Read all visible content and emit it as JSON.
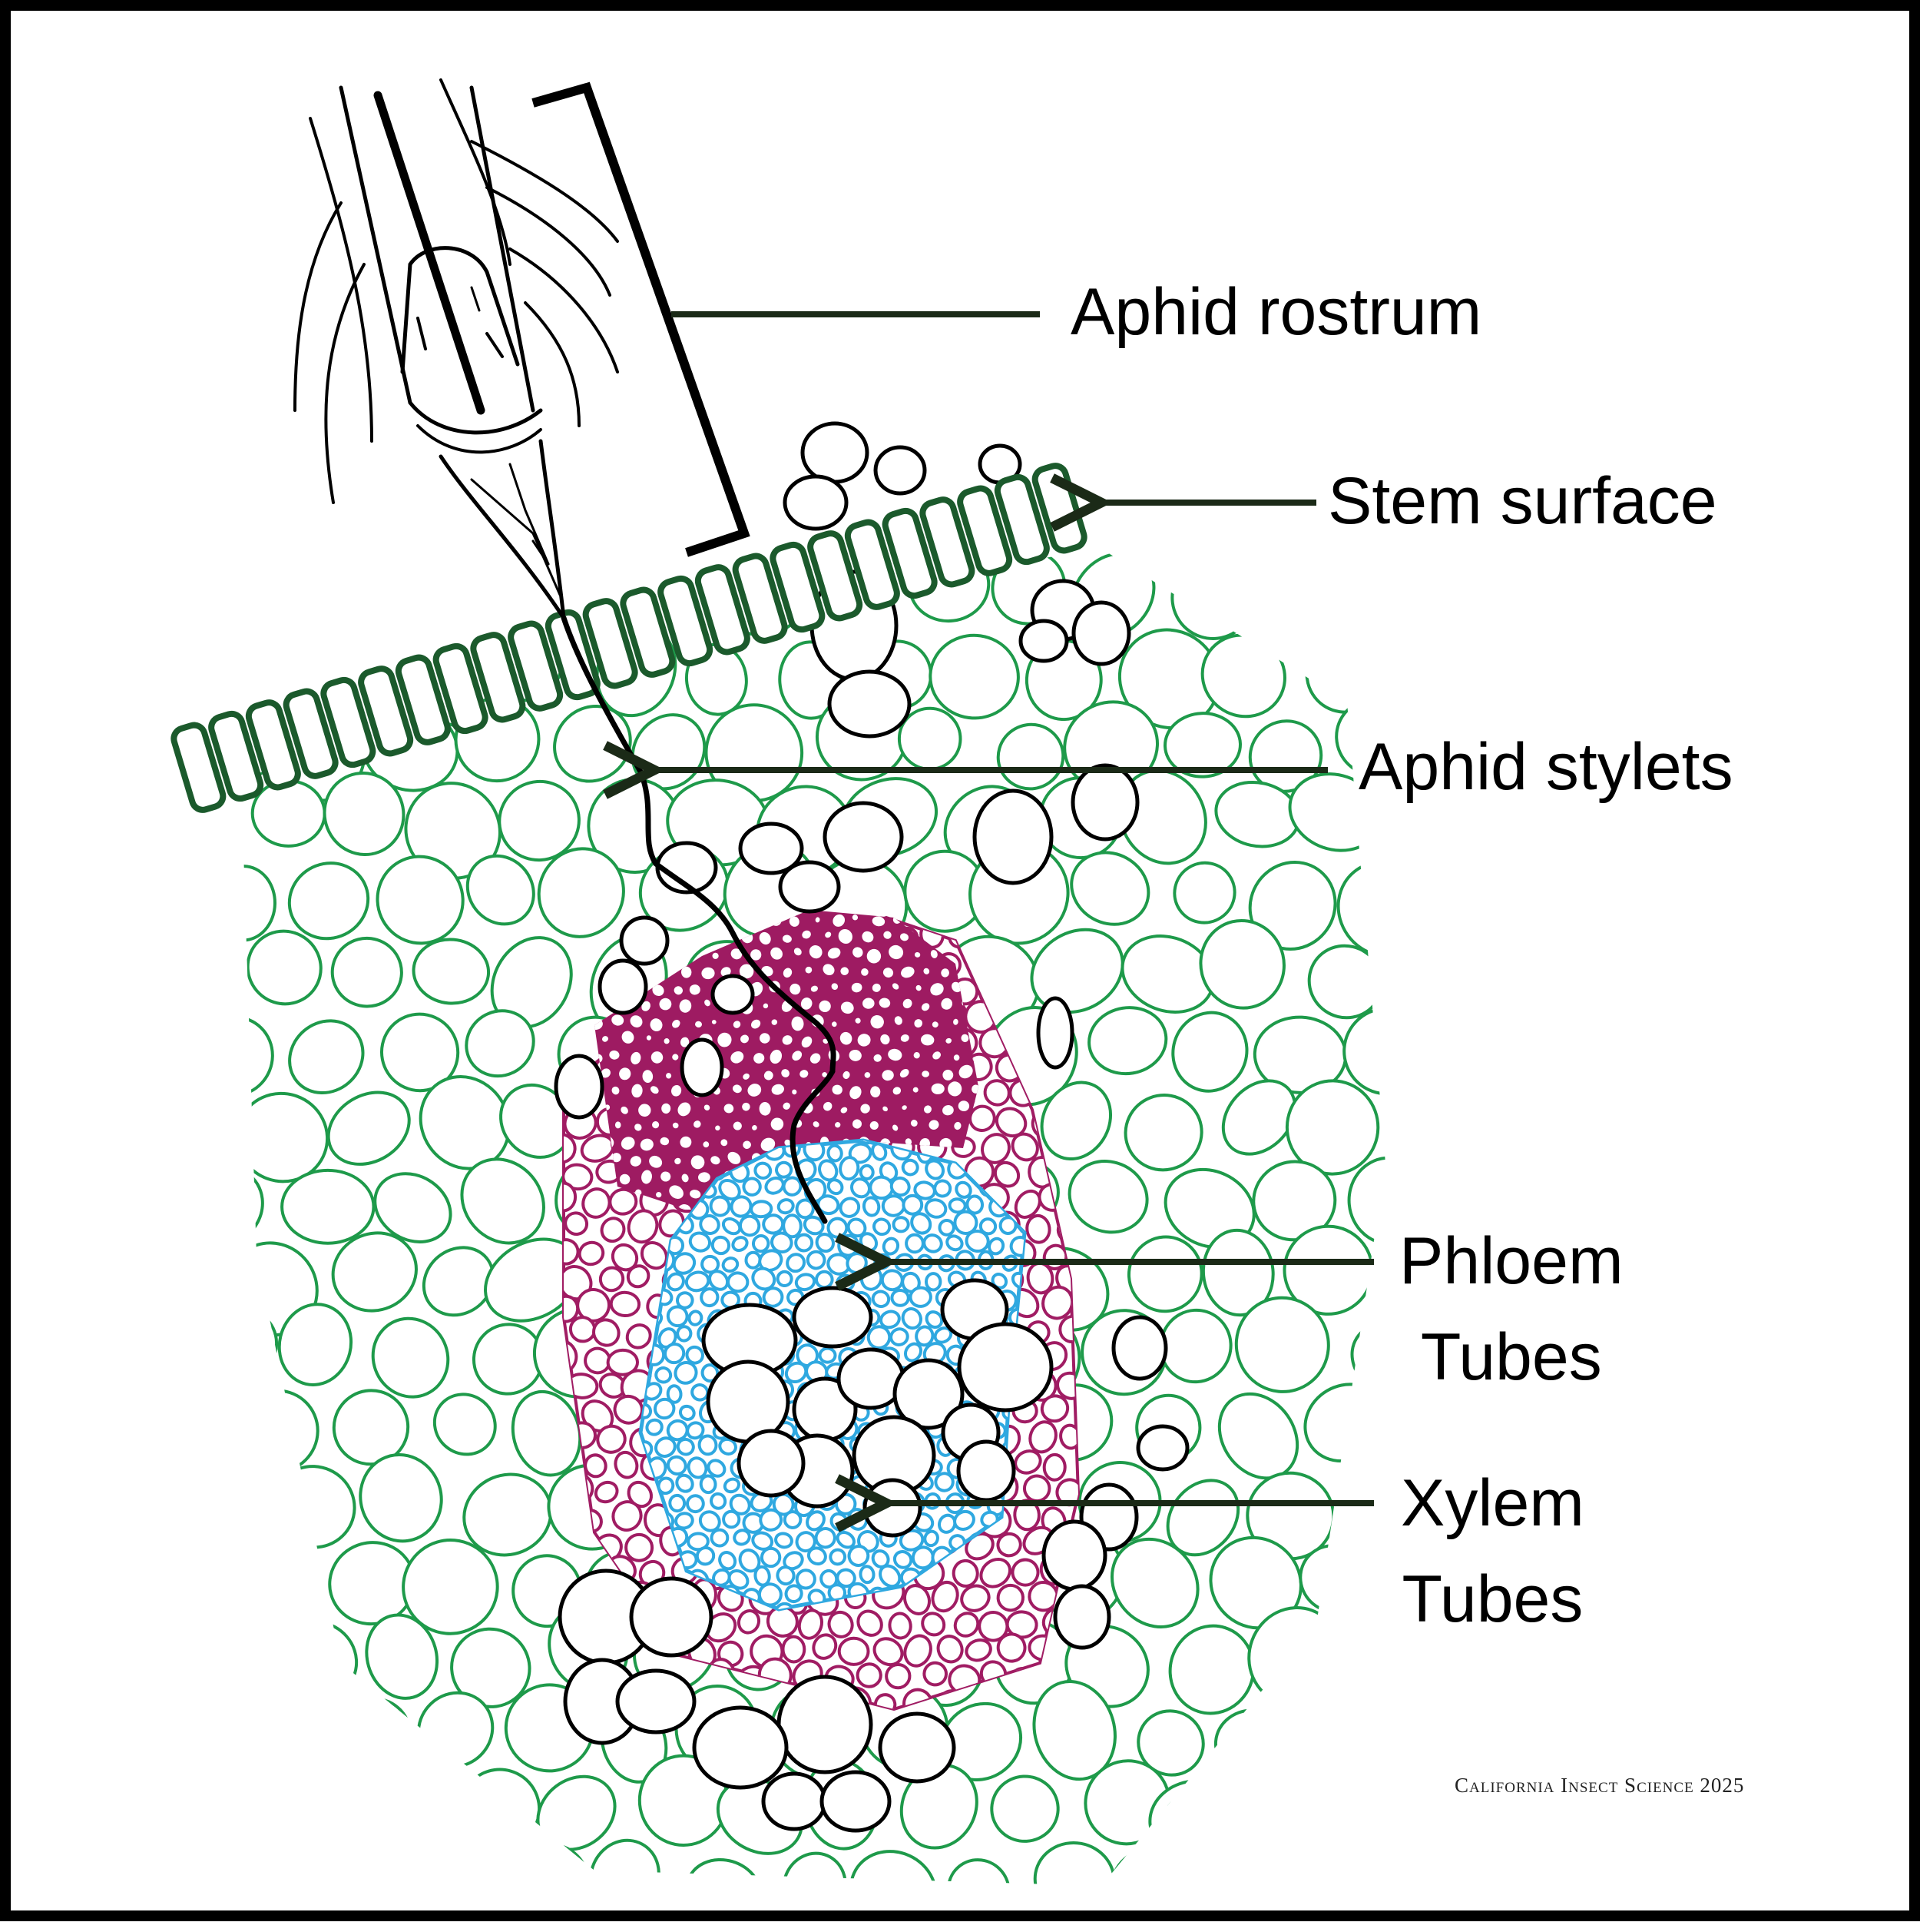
{
  "labels": {
    "rostrum": "Aphid rostrum",
    "stem_surface": "Stem surface",
    "stylets": "Aphid stylets",
    "phloem_line1": "Phloem",
    "phloem_line2": "Tubes",
    "xylem_line1": "Xylem",
    "xylem_line2": "Tubes"
  },
  "credit": "California Insect Science 2025",
  "colors": {
    "parenchyma": "#1e9a4a",
    "epidermis": "#1b5a2c",
    "phloem_fibers": "#a01c63",
    "phloem": "#2fa8e0",
    "outline": "#000000",
    "arrow": "#1b2a17"
  }
}
